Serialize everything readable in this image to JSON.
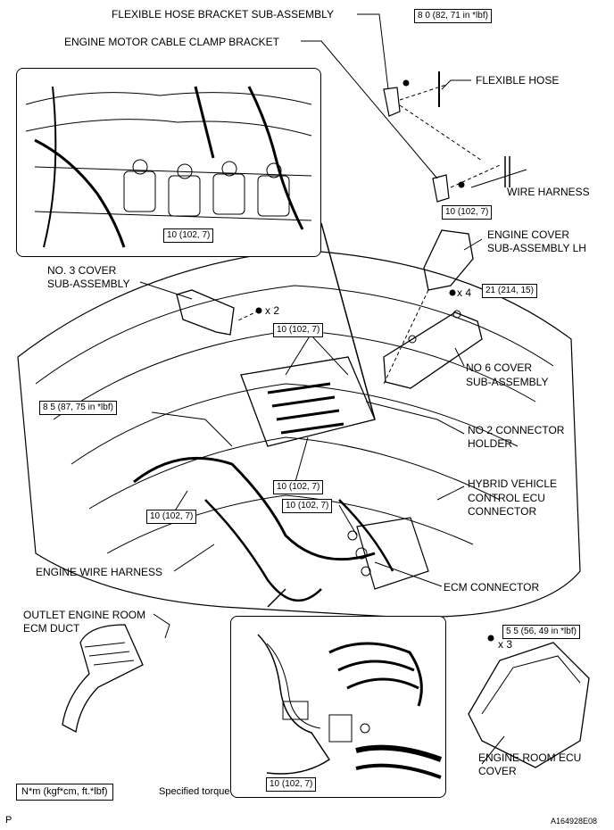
{
  "labels": {
    "flexible_hose_bracket": "FLEXIBLE HOSE BRACKET SUB-ASSEMBLY",
    "engine_motor_cable_clamp": "ENGINE MOTOR CABLE CLAMP BRACKET",
    "flexible_hose": "FLEXIBLE HOSE",
    "wire_harness": "WIRE HARNESS",
    "engine_cover_lh_1": "ENGINE COVER",
    "engine_cover_lh_2": "SUB-ASSEMBLY LH",
    "no3_cover_1": "NO. 3 COVER",
    "no3_cover_2": "SUB-ASSEMBLY",
    "no6_cover_1": "NO  6 COVER",
    "no6_cover_2": "SUB-ASSEMBLY",
    "no2_connector_1": "NO  2 CONNECTOR",
    "no2_connector_2": "HOLDER",
    "hybrid_ecu_1": "HYBRID VEHICLE",
    "hybrid_ecu_2": "CONTROL ECU",
    "hybrid_ecu_3": "CONNECTOR",
    "engine_wire_harness": "ENGINE WIRE HARNESS",
    "ecm_connector": "ECM CONNECTOR",
    "outlet_duct_1": "OUTLET ENGINE ROOM",
    "outlet_duct_2": "ECM DUCT",
    "ecu_cover_1": "ENGINE ROOM ECU",
    "ecu_cover_2": "COVER"
  },
  "torques": {
    "t_bracket": "8 0 (82, 71 in *lbf)",
    "t_clamp": "10 (102, 7)",
    "t_inset_top": "10 (102, 7)",
    "t_cover_lh": "21 (214, 15)",
    "t_center_top": "10 (102, 7)",
    "t_left": "8 5 (87, 75 in *lbf)",
    "t_center_mid": "10 (102, 7)",
    "t_center_low": "10 (102, 7)",
    "t_left_low": "10 (102, 7)",
    "t_ecu_cover": "5 5 (56, 49 in *lbf)",
    "t_inset_bottom": "10 (102, 7)"
  },
  "multipliers": {
    "x2": "x 2",
    "x4": "x 4",
    "x3": "x 3"
  },
  "legend": {
    "unit": "N*m (kgf*cm, ft.*lbf)",
    "meaning": "Specified torque"
  },
  "corner": {
    "left": "P",
    "right": "A164928E08"
  }
}
